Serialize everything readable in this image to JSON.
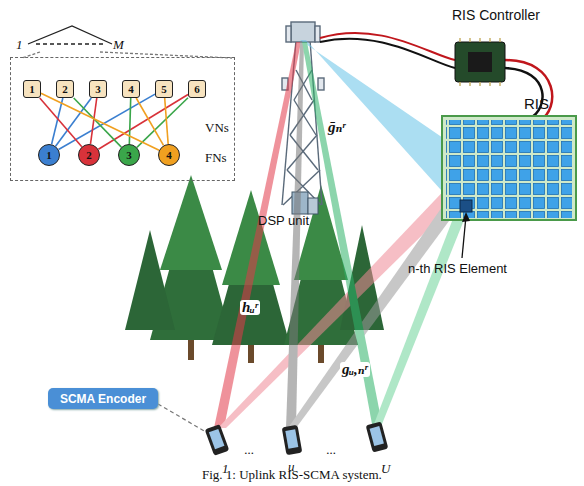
{
  "diagram": {
    "caption": "Fig. 1: Uplink RIS-SCMA system.",
    "nodes": [
      {
        "text": [
          "VNs",
          "FNs"
        ]
      },
      {
        "text": [
          "1"
        ],
        "in": 0
      },
      {
        "text": [
          "2"
        ],
        "in": 0
      },
      {
        "text": [
          "3"
        ],
        "in": 0
      },
      {
        "text": [
          "4"
        ],
        "in": 0
      },
      {
        "text": [
          "5"
        ],
        "in": 0
      },
      {
        "text": [
          "6"
        ],
        "in": 0
      },
      {
        "text": [
          "1"
        ],
        "in": 0
      },
      {
        "text": [
          "2"
        ],
        "in": 0
      },
      {
        "text": [
          "3"
        ],
        "in": 0
      },
      {
        "text": [
          "4"
        ],
        "in": 0
      },
      {
        "text": [
          "SCMA Encoder"
        ]
      }
    ],
    "edges": [
      {
        "from": 2,
        "to": 7,
        "arrow": "none"
      },
      {
        "from": 3,
        "to": 7,
        "arrow": "none"
      },
      {
        "from": 5,
        "to": 7,
        "arrow": "none"
      },
      {
        "from": 1,
        "to": 8,
        "arrow": "none"
      },
      {
        "from": 3,
        "to": 8,
        "arrow": "none"
      },
      {
        "from": 6,
        "to": 8,
        "arrow": "none"
      },
      {
        "from": 2,
        "to": 9,
        "arrow": "none"
      },
      {
        "from": 4,
        "to": 9,
        "arrow": "none"
      },
      {
        "from": 6,
        "to": 9,
        "arrow": "none"
      },
      {
        "from": 1,
        "to": 10,
        "arrow": "none"
      },
      {
        "from": 4,
        "to": 10,
        "arrow": "none"
      },
      {
        "from": 5,
        "to": 10,
        "arrow": "none"
      }
    ],
    "labels": [
      "1",
      "M",
      "RIS Controller",
      "DSP unit",
      "RIS",
      "ḡₙʳ",
      "n-th RIS Element",
      "hᵤʳ",
      "gᵤ,ₙʳ",
      "1",
      "···",
      "u",
      "···",
      "U"
    ]
  }
}
